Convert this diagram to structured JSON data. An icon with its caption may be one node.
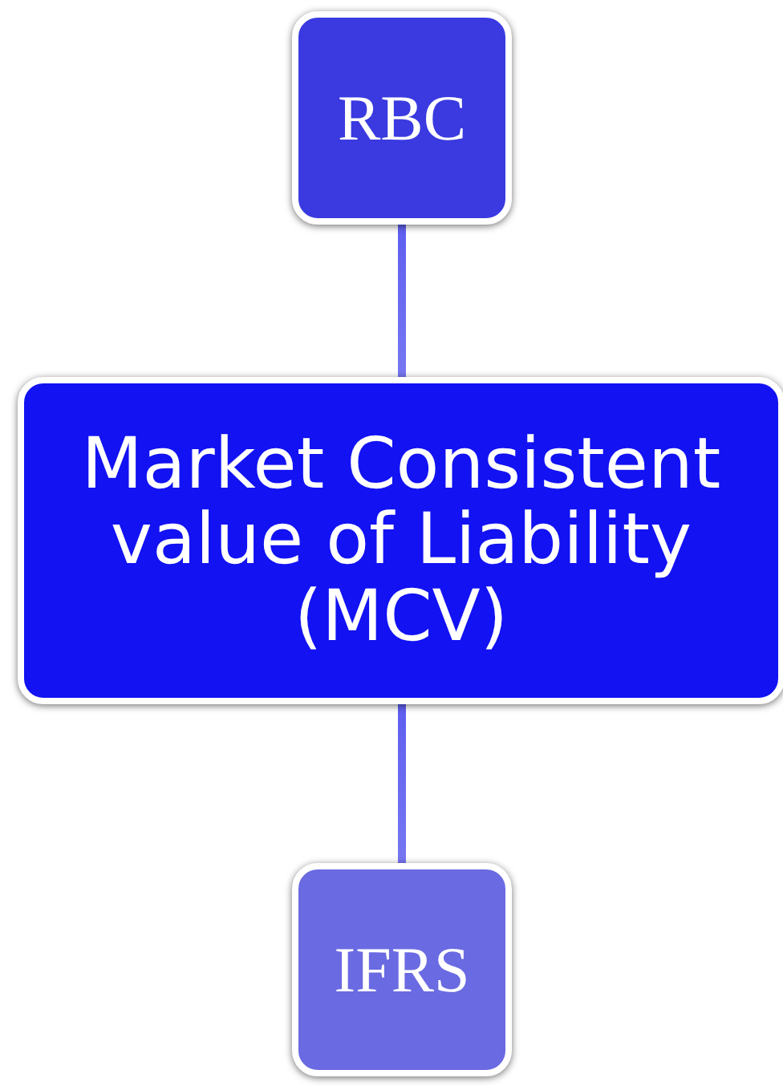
{
  "diagram": {
    "nodes": [
      {
        "text": [
          "RBC"
        ]
      },
      {
        "text": [
          "Market Consistent value of Liability (MCV)"
        ]
      },
      {
        "text": [
          "IFRS"
        ]
      }
    ],
    "edges": [
      {
        "from": 0,
        "to": 1,
        "arrow": "none"
      },
      {
        "from": 1,
        "to": 2,
        "arrow": "none"
      }
    ]
  }
}
